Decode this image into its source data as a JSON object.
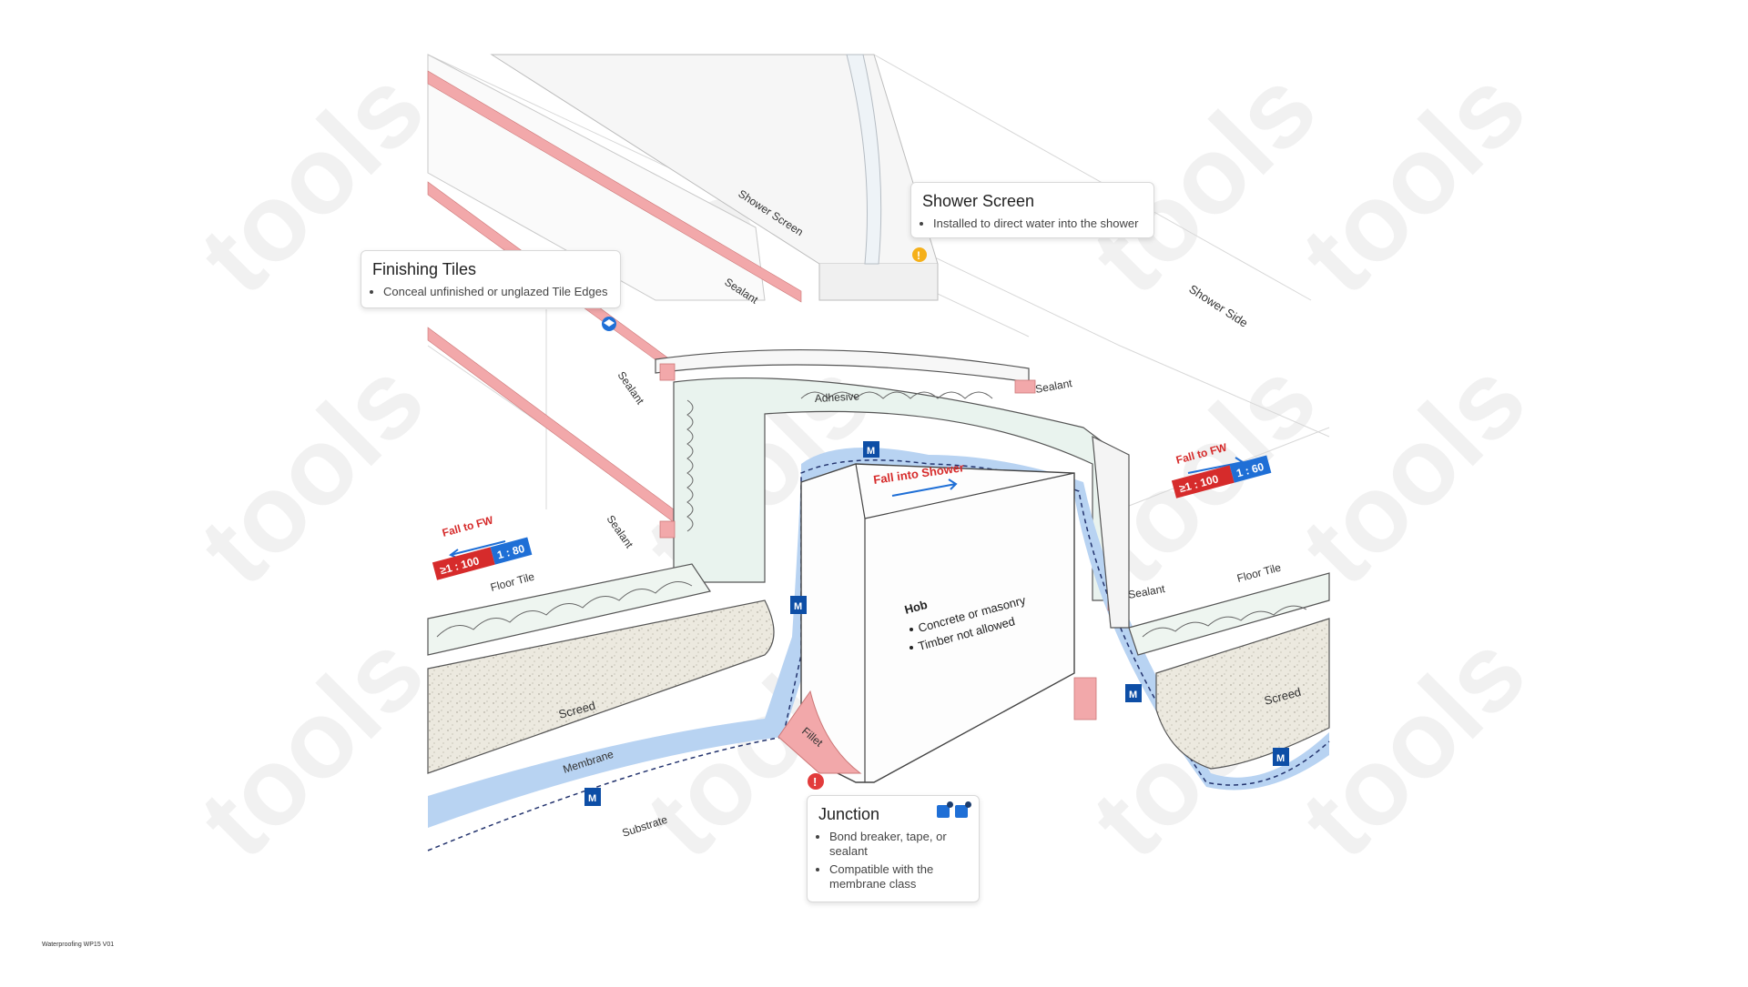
{
  "colors": {
    "membrane": "#b8d3f2",
    "membrane_line": "#24346e",
    "sealant": "#f2a8aa",
    "m_badge": "#0d4ea6",
    "fall_red": "#d62b2b",
    "ratio_blue": "#1f6fd6",
    "screed": "#ece9df",
    "watermark": "#e8e8e8"
  },
  "watermark": "tools",
  "labels": {
    "shower_screen_rail": "Shower Screen",
    "sealant_top": "Sealant",
    "shower_side": "Shower Side",
    "sealant_left_upper": "Sealant",
    "sealant_left_lower": "Sealant",
    "sealant_right_upper": "Sealant",
    "sealant_right_lower": "Sealant",
    "adhesive": "Adhesive",
    "fall_into_shower": "Fall into Shower",
    "fall_to_fw_left": "Fall to FW",
    "fall_to_fw_right": "Fall to FW",
    "floor_tile_left": "Floor Tile",
    "floor_tile_right": "Floor Tile",
    "screed_left": "Screed",
    "screed_right": "Screed",
    "membrane": "Membrane",
    "substrate": "Substrate",
    "fillet": "Fillet",
    "m_mark": "M"
  },
  "ratios": {
    "left": {
      "min": "≥1 : 100",
      "alt": "1 : 80"
    },
    "right": {
      "min": "≥1 : 100",
      "alt": "1 : 60"
    }
  },
  "hob": {
    "title": "Hob",
    "bullets": [
      "Concrete or masonry",
      "Timber not allowed"
    ]
  },
  "callouts": {
    "shower_screen": {
      "title": "Shower Screen",
      "bullets": [
        "Installed to direct water into the shower"
      ],
      "marker_icon": "warning-icon"
    },
    "finishing_tiles": {
      "title": "Finishing Tiles",
      "bullets": [
        "Conceal unfinished or unglazed Tile Edges"
      ],
      "marker_icon": "graduation-cap-icon"
    },
    "junction": {
      "title": "Junction",
      "bullets": [
        "Bond breaker, tape, or sealant",
        "Compatible with the membrane class"
      ],
      "marker_icon": "alert-icon",
      "badge_icons": [
        "document-icon",
        "image-icon"
      ]
    }
  },
  "footer": "Waterproofing WP15 V01"
}
